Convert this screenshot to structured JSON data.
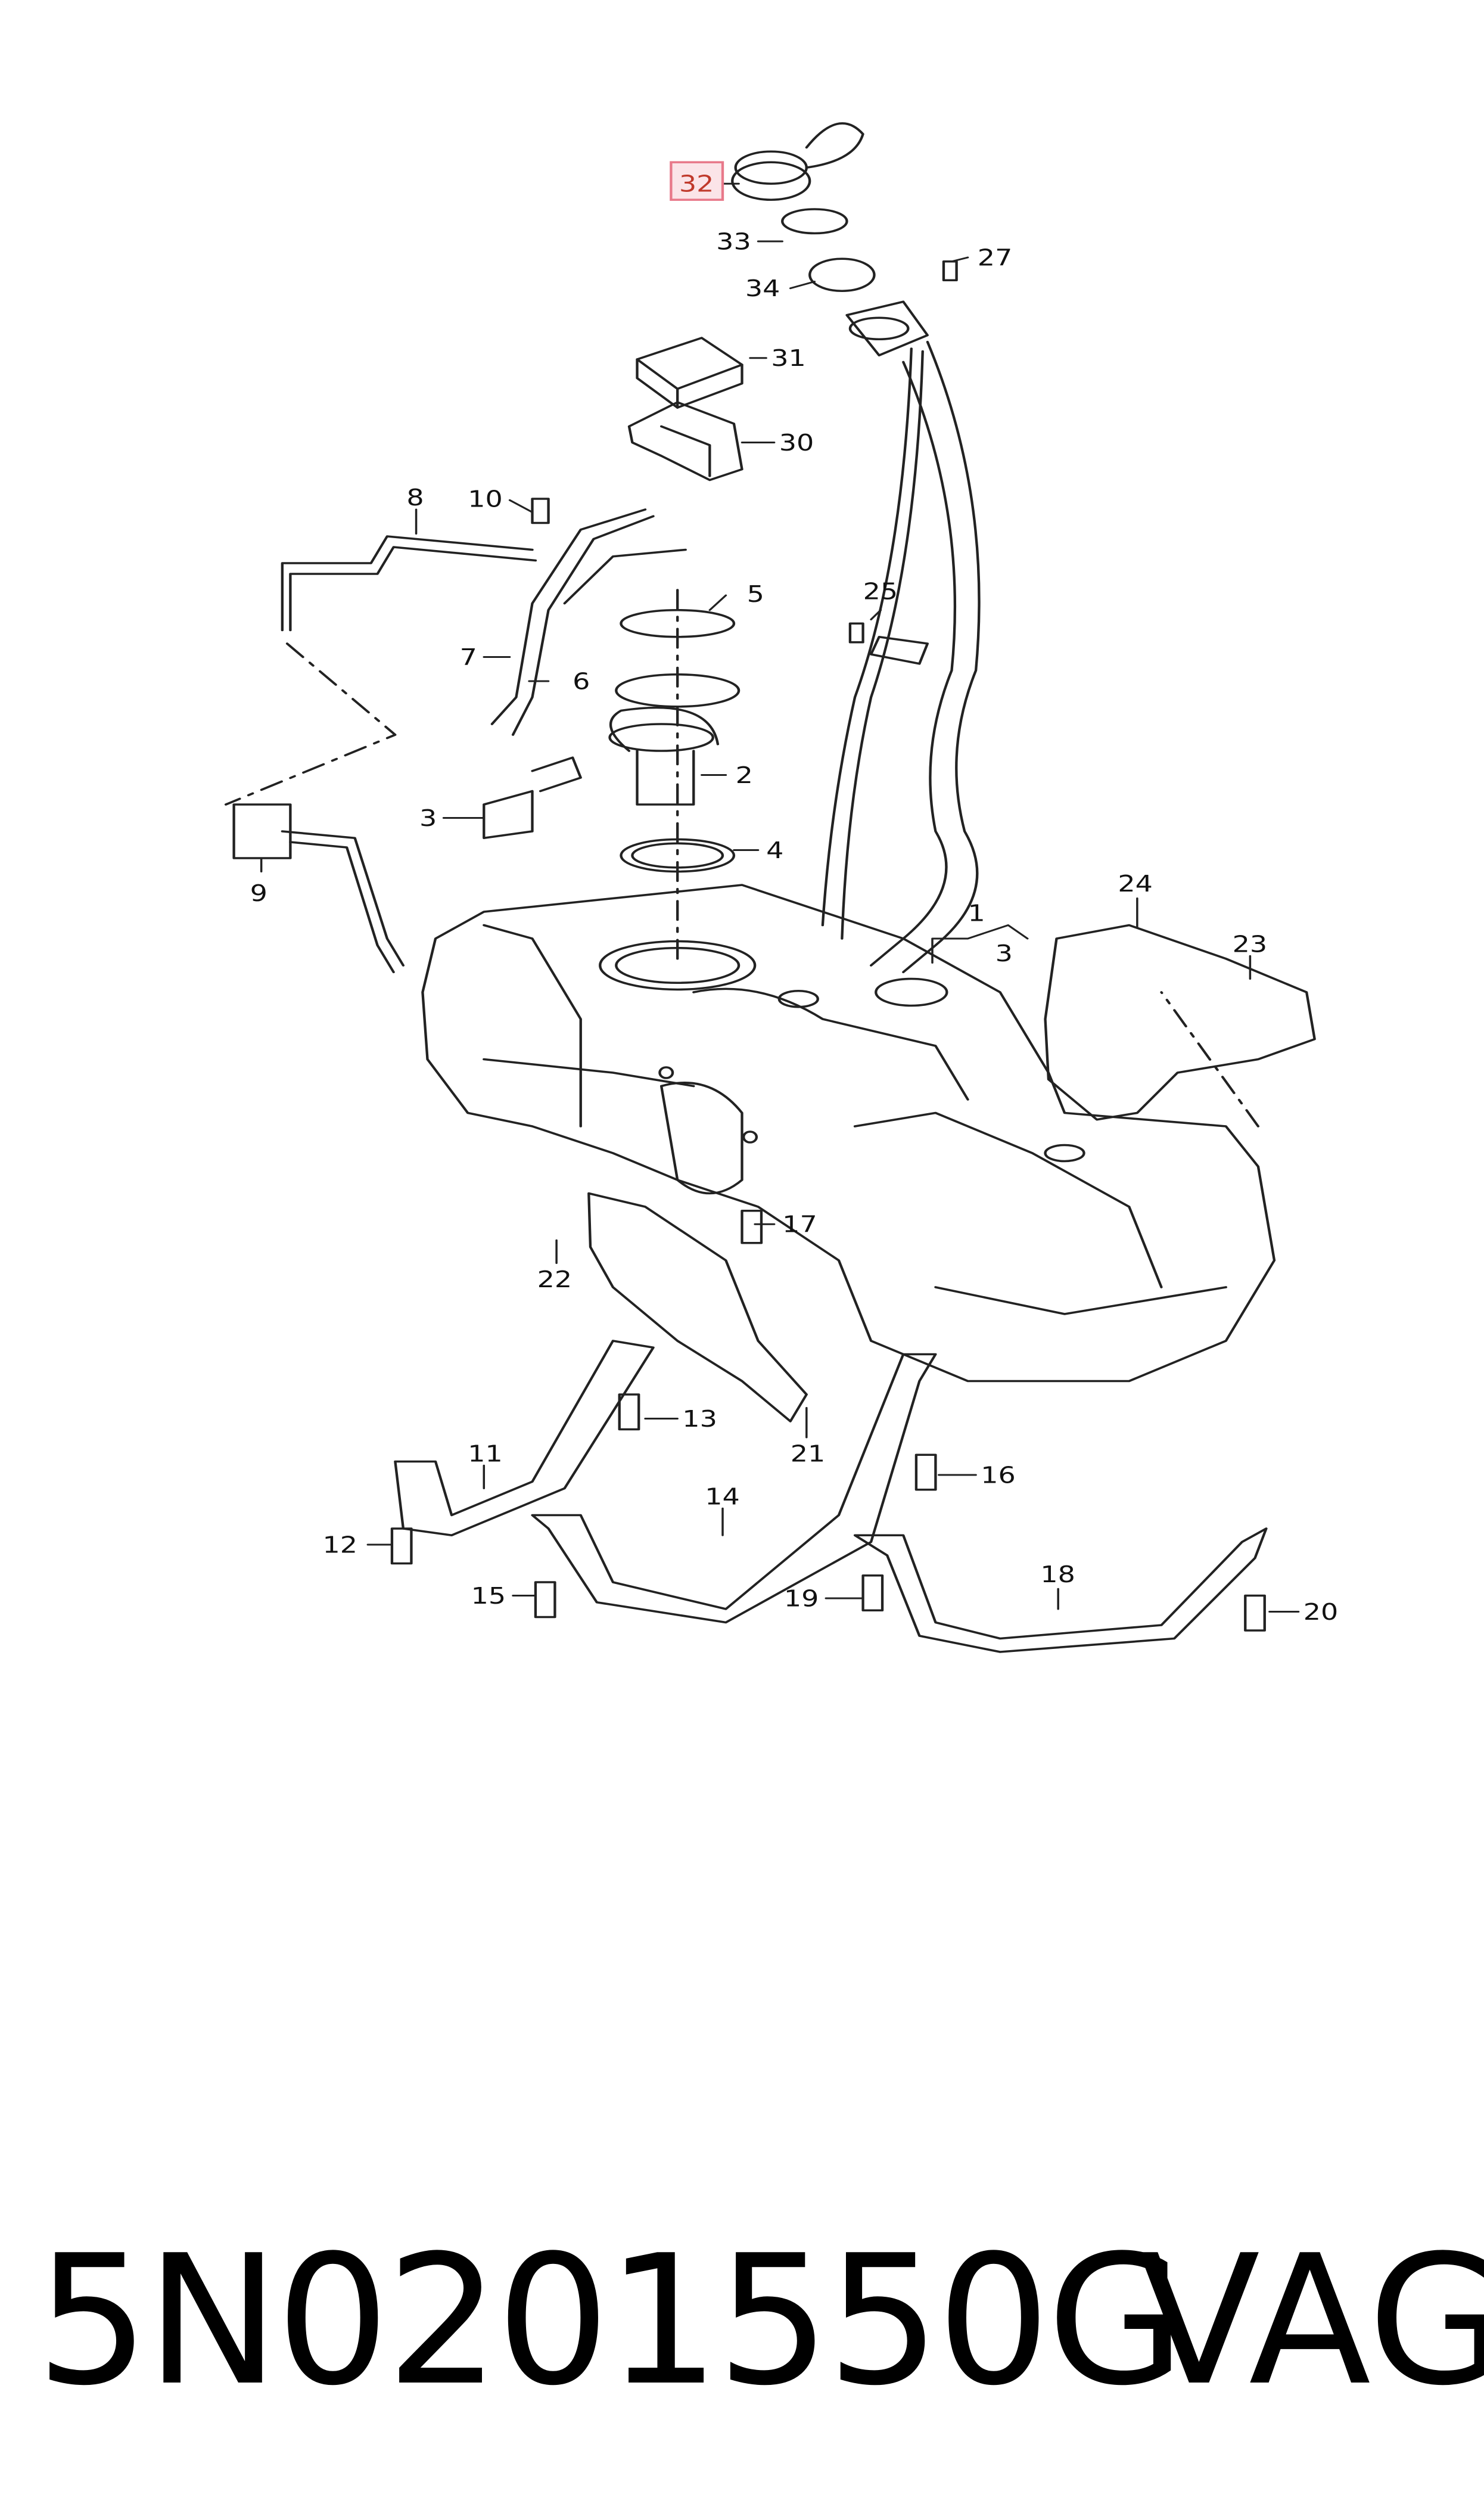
{
  "diagram": {
    "highlight_color": "#e8798a",
    "callouts": {
      "c1": "1",
      "c2": "2",
      "c3": "3",
      "c3b": "3",
      "c4": "4",
      "c5": "5",
      "c6": "6",
      "c7": "7",
      "c8": "8",
      "c9": "9",
      "c10": "10",
      "c11": "11",
      "c12": "12",
      "c13": "13",
      "c14": "14",
      "c15": "15",
      "c16": "16",
      "c17": "17",
      "c18": "18",
      "c19": "19",
      "c20": "20",
      "c21": "21",
      "c22": "22",
      "c23": "23",
      "c24": "24",
      "c25": "25",
      "c27": "27",
      "c30": "30",
      "c31": "31",
      "c32": "32",
      "c33": "33",
      "c34": "34"
    }
  },
  "footer": {
    "part_number": "5N0201550G",
    "brand": "VAG"
  }
}
